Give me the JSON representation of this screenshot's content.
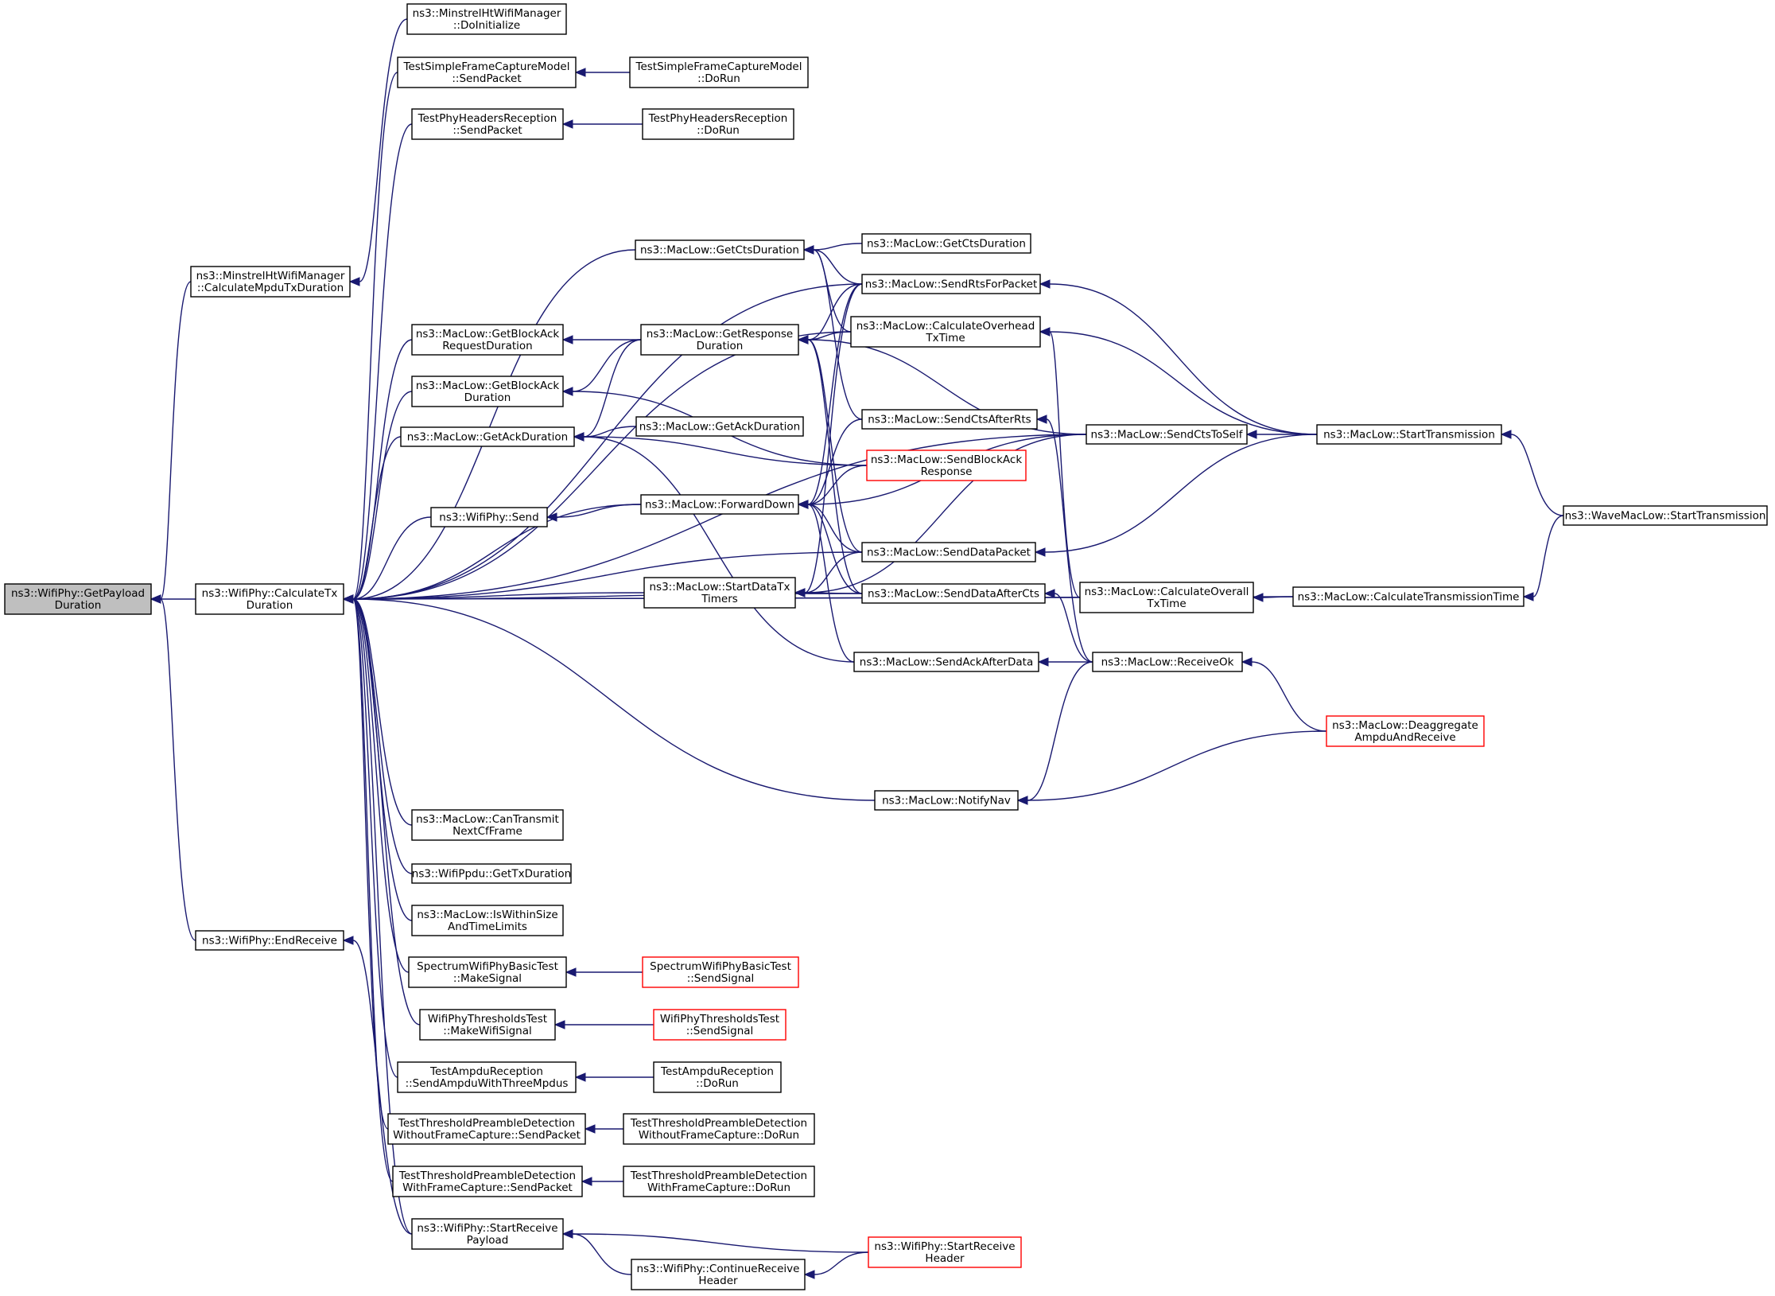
{
  "colors": {
    "edge": "#191970",
    "node_border": "#000000",
    "node_border_truncated": "#ff0000",
    "node_fill": "#ffffff",
    "focus_fill": "#bfbfbf"
  },
  "nodes": [
    {
      "id": "get_payload_duration",
      "lines": [
        "ns3::WifiPhy::GetPayload",
        "Duration"
      ],
      "style": "focus"
    },
    {
      "id": "calculate_tx_duration",
      "lines": [
        "ns3::WifiPhy::CalculateTx",
        "Duration"
      ],
      "style": "normal"
    },
    {
      "id": "calc_mpdu_tx_duration",
      "lines": [
        "ns3::MinstrelHtWifiManager",
        "::CalculateMpduTxDuration"
      ],
      "style": "normal"
    },
    {
      "id": "end_receive",
      "lines": [
        "ns3::WifiPhy::EndReceive"
      ],
      "style": "normal"
    },
    {
      "id": "minstrel_doinitialize",
      "lines": [
        "ns3::MinstrelHtWifiManager",
        "::DoInitialize"
      ],
      "style": "normal"
    },
    {
      "id": "tsfcm_sendpacket",
      "lines": [
        "TestSimpleFrameCaptureModel",
        "::SendPacket"
      ],
      "style": "normal"
    },
    {
      "id": "tsfcm_dorun",
      "lines": [
        "TestSimpleFrameCaptureModel",
        "::DoRun"
      ],
      "style": "normal"
    },
    {
      "id": "tphr_sendpacket",
      "lines": [
        "TestPhyHeadersReception",
        "::SendPacket"
      ],
      "style": "normal"
    },
    {
      "id": "tphr_dorun",
      "lines": [
        "TestPhyHeadersReception",
        "::DoRun"
      ],
      "style": "normal"
    },
    {
      "id": "getctsduration_a",
      "lines": [
        "ns3::MacLow::GetCtsDuration"
      ],
      "style": "normal"
    },
    {
      "id": "getctsduration_b",
      "lines": [
        "ns3::MacLow::GetCtsDuration"
      ],
      "style": "normal"
    },
    {
      "id": "sendrtsforpacket",
      "lines": [
        "ns3::MacLow::SendRtsForPacket"
      ],
      "style": "normal"
    },
    {
      "id": "getblockackrequestduration",
      "lines": [
        "ns3::MacLow::GetBlockAck",
        "RequestDuration"
      ],
      "style": "normal"
    },
    {
      "id": "getresponseduration",
      "lines": [
        "ns3::MacLow::GetResponse",
        "Duration"
      ],
      "style": "normal"
    },
    {
      "id": "calculateoverheadtxtime",
      "lines": [
        "ns3::MacLow::CalculateOverhead",
        "TxTime"
      ],
      "style": "normal"
    },
    {
      "id": "getblockackduration",
      "lines": [
        "ns3::MacLow::GetBlockAck",
        "Duration"
      ],
      "style": "normal"
    },
    {
      "id": "sendctsafterrts",
      "lines": [
        "ns3::MacLow::SendCtsAfterRts"
      ],
      "style": "normal"
    },
    {
      "id": "getackduration_a",
      "lines": [
        "ns3::MacLow::GetAckDuration"
      ],
      "style": "normal"
    },
    {
      "id": "getackduration_b",
      "lines": [
        "ns3::MacLow::GetAckDuration"
      ],
      "style": "normal"
    },
    {
      "id": "sendblockackresponse",
      "lines": [
        "ns3::MacLow::SendBlockAck",
        "Response"
      ],
      "style": "truncated"
    },
    {
      "id": "sendctstoself",
      "lines": [
        "ns3::MacLow::SendCtsToSelf"
      ],
      "style": "normal"
    },
    {
      "id": "starttransmission",
      "lines": [
        "ns3::MacLow::StartTransmission"
      ],
      "style": "normal"
    },
    {
      "id": "wifiphy_send",
      "lines": [
        "ns3::WifiPhy::Send"
      ],
      "style": "normal"
    },
    {
      "id": "forwarddown",
      "lines": [
        "ns3::MacLow::ForwardDown"
      ],
      "style": "normal"
    },
    {
      "id": "wavemaclow_starttransmission",
      "lines": [
        "ns3::WaveMacLow::StartTransmission"
      ],
      "style": "normal"
    },
    {
      "id": "senddatapacket",
      "lines": [
        "ns3::MacLow::SendDataPacket"
      ],
      "style": "normal"
    },
    {
      "id": "startdatatxtimers",
      "lines": [
        "ns3::MacLow::StartDataTx",
        "Timers"
      ],
      "style": "normal"
    },
    {
      "id": "senddataaftercts",
      "lines": [
        "ns3::MacLow::SendDataAfterCts"
      ],
      "style": "normal"
    },
    {
      "id": "calculateoveralltxtime",
      "lines": [
        "ns3::MacLow::CalculateOverall",
        "TxTime"
      ],
      "style": "normal"
    },
    {
      "id": "calculatetransmissiontime",
      "lines": [
        "ns3::MacLow::CalculateTransmissionTime"
      ],
      "style": "normal"
    },
    {
      "id": "sendackafterdata",
      "lines": [
        "ns3::MacLow::SendAckAfterData"
      ],
      "style": "normal"
    },
    {
      "id": "receiveok",
      "lines": [
        "ns3::MacLow::ReceiveOk"
      ],
      "style": "normal"
    },
    {
      "id": "deaggregateampduandreceive",
      "lines": [
        "ns3::MacLow::Deaggregate",
        "AmpduAndReceive"
      ],
      "style": "truncated"
    },
    {
      "id": "notifynav",
      "lines": [
        "ns3::MacLow::NotifyNav"
      ],
      "style": "normal"
    },
    {
      "id": "cantransmitnextcfframe",
      "lines": [
        "ns3::MacLow::CanTransmit",
        "NextCfFrame"
      ],
      "style": "normal"
    },
    {
      "id": "wifippdu_gettxduration",
      "lines": [
        "ns3::WifiPpdu::GetTxDuration"
      ],
      "style": "normal"
    },
    {
      "id": "iswithinsizeandtimelimits",
      "lines": [
        "ns3::MacLow::IsWithinSize",
        "AndTimeLimits"
      ],
      "style": "normal"
    },
    {
      "id": "swpbt_makesignal",
      "lines": [
        "SpectrumWifiPhyBasicTest",
        "::MakeSignal"
      ],
      "style": "normal"
    },
    {
      "id": "swpbt_sendsignal",
      "lines": [
        "SpectrumWifiPhyBasicTest",
        "::SendSignal"
      ],
      "style": "truncated"
    },
    {
      "id": "wptt_makewifisignal",
      "lines": [
        "WifiPhyThresholdsTest",
        "::MakeWifiSignal"
      ],
      "style": "normal"
    },
    {
      "id": "wptt_sendsignal",
      "lines": [
        "WifiPhyThresholdsTest",
        "::SendSignal"
      ],
      "style": "truncated"
    },
    {
      "id": "tar_sendampdu",
      "lines": [
        "TestAmpduReception",
        "::SendAmpduWithThreeMpdus"
      ],
      "style": "normal"
    },
    {
      "id": "tar_dorun",
      "lines": [
        "TestAmpduReception",
        "::DoRun"
      ],
      "style": "normal"
    },
    {
      "id": "ttpd_wofc_sendpacket",
      "lines": [
        "TestThresholdPreambleDetection",
        "WithoutFrameCapture::SendPacket"
      ],
      "style": "normal"
    },
    {
      "id": "ttpd_wofc_dorun",
      "lines": [
        "TestThresholdPreambleDetection",
        "WithoutFrameCapture::DoRun"
      ],
      "style": "normal"
    },
    {
      "id": "ttpd_wfc_sendpacket",
      "lines": [
        "TestThresholdPreambleDetection",
        "WithFrameCapture::SendPacket"
      ],
      "style": "normal"
    },
    {
      "id": "ttpd_wfc_dorun",
      "lines": [
        "TestThresholdPreambleDetection",
        "WithFrameCapture::DoRun"
      ],
      "style": "normal"
    },
    {
      "id": "startreceivepayload",
      "lines": [
        "ns3::WifiPhy::StartReceive",
        "Payload"
      ],
      "style": "normal"
    },
    {
      "id": "startreceiveheader",
      "lines": [
        "ns3::WifiPhy::StartReceive",
        "Header"
      ],
      "style": "truncated"
    },
    {
      "id": "continuereceiveheader",
      "lines": [
        "ns3::WifiPhy::ContinueReceive",
        "Header"
      ],
      "style": "normal"
    }
  ],
  "edges": [
    {
      "from": "calculate_tx_duration",
      "to": "get_payload_duration"
    },
    {
      "from": "calc_mpdu_tx_duration",
      "to": "get_payload_duration"
    },
    {
      "from": "end_receive",
      "to": "get_payload_duration"
    },
    {
      "from": "minstrel_doinitialize",
      "to": "calc_mpdu_tx_duration"
    },
    {
      "from": "startreceivepayload",
      "to": "end_receive"
    },
    {
      "from": "tsfcm_sendpacket",
      "to": "calculate_tx_duration"
    },
    {
      "from": "tphr_sendpacket",
      "to": "calculate_tx_duration"
    },
    {
      "from": "sendctstoself",
      "to": "calculate_tx_duration"
    },
    {
      "from": "sendrtsforpacket",
      "to": "calculate_tx_duration"
    },
    {
      "from": "getctsduration_a",
      "to": "calculate_tx_duration"
    },
    {
      "from": "calculateoverheadtxtime",
      "to": "calculate_tx_duration"
    },
    {
      "from": "getblockackrequestduration",
      "to": "calculate_tx_duration"
    },
    {
      "from": "getblockackduration",
      "to": "calculate_tx_duration"
    },
    {
      "from": "getackduration_a",
      "to": "calculate_tx_duration"
    },
    {
      "from": "forwarddown",
      "to": "calculate_tx_duration"
    },
    {
      "from": "wifiphy_send",
      "to": "calculate_tx_duration"
    },
    {
      "from": "senddatapacket",
      "to": "calculate_tx_duration"
    },
    {
      "from": "startdatatxtimers",
      "to": "calculate_tx_duration"
    },
    {
      "from": "senddataaftercts",
      "to": "calculate_tx_duration"
    },
    {
      "from": "calculateoveralltxtime",
      "to": "calculate_tx_duration"
    },
    {
      "from": "calculatetransmissiontime",
      "to": "calculate_tx_duration"
    },
    {
      "from": "notifynav",
      "to": "calculate_tx_duration"
    },
    {
      "from": "cantransmitnextcfframe",
      "to": "calculate_tx_duration"
    },
    {
      "from": "wifippdu_gettxduration",
      "to": "calculate_tx_duration"
    },
    {
      "from": "iswithinsizeandtimelimits",
      "to": "calculate_tx_duration"
    },
    {
      "from": "swpbt_makesignal",
      "to": "calculate_tx_duration"
    },
    {
      "from": "wptt_makewifisignal",
      "to": "calculate_tx_duration"
    },
    {
      "from": "tar_sendampdu",
      "to": "calculate_tx_duration"
    },
    {
      "from": "ttpd_wofc_sendpacket",
      "to": "calculate_tx_duration"
    },
    {
      "from": "ttpd_wfc_sendpacket",
      "to": "calculate_tx_duration"
    },
    {
      "from": "startreceivepayload",
      "to": "calculate_tx_duration"
    },
    {
      "from": "tsfcm_dorun",
      "to": "tsfcm_sendpacket"
    },
    {
      "from": "tphr_dorun",
      "to": "tphr_sendpacket"
    },
    {
      "from": "getctsduration_b",
      "to": "getctsduration_a"
    },
    {
      "from": "sendrtsforpacket",
      "to": "getctsduration_a"
    },
    {
      "from": "calculateoverheadtxtime",
      "to": "getctsduration_a"
    },
    {
      "from": "sendctsafterrts",
      "to": "getctsduration_a"
    },
    {
      "from": "getresponseduration",
      "to": "getblockackrequestduration"
    },
    {
      "from": "getresponseduration",
      "to": "getblockackduration"
    },
    {
      "from": "sendblockackresponse",
      "to": "getblockackduration"
    },
    {
      "from": "getresponseduration",
      "to": "getackduration_a"
    },
    {
      "from": "getackduration_b",
      "to": "getackduration_a"
    },
    {
      "from": "sendblockackresponse",
      "to": "getackduration_a"
    },
    {
      "from": "sendackafterdata",
      "to": "getackduration_a"
    },
    {
      "from": "sendrtsforpacket",
      "to": "getresponseduration"
    },
    {
      "from": "calculateoverheadtxtime",
      "to": "getresponseduration"
    },
    {
      "from": "sendctstoself",
      "to": "getresponseduration"
    },
    {
      "from": "senddatapacket",
      "to": "getresponseduration"
    },
    {
      "from": "senddataaftercts",
      "to": "getresponseduration"
    },
    {
      "from": "starttransmission",
      "to": "sendrtsforpacket"
    },
    {
      "from": "starttransmission",
      "to": "calculateoverheadtxtime"
    },
    {
      "from": "calculateoveralltxtime",
      "to": "calculateoverheadtxtime"
    },
    {
      "from": "receiveok",
      "to": "sendctsafterrts"
    },
    {
      "from": "starttransmission",
      "to": "sendctstoself"
    },
    {
      "from": "wavemaclow_starttransmission",
      "to": "starttransmission"
    },
    {
      "from": "forwarddown",
      "to": "wifiphy_send"
    },
    {
      "from": "sendrtsforpacket",
      "to": "forwarddown"
    },
    {
      "from": "sendctsafterrts",
      "to": "forwarddown"
    },
    {
      "from": "sendblockackresponse",
      "to": "forwarddown"
    },
    {
      "from": "sendctstoself",
      "to": "forwarddown"
    },
    {
      "from": "senddatapacket",
      "to": "forwarddown"
    },
    {
      "from": "senddataaftercts",
      "to": "forwarddown"
    },
    {
      "from": "sendackafterdata",
      "to": "forwarddown"
    },
    {
      "from": "starttransmission",
      "to": "senddatapacket"
    },
    {
      "from": "senddatapacket",
      "to": "startdatatxtimers"
    },
    {
      "from": "senddataaftercts",
      "to": "startdatatxtimers"
    },
    {
      "from": "sendctstoself",
      "to": "startdatatxtimers"
    },
    {
      "from": "sendrtsforpacket",
      "to": "startdatatxtimers"
    },
    {
      "from": "receiveok",
      "to": "senddataaftercts"
    },
    {
      "from": "calculatetransmissiontime",
      "to": "calculateoveralltxtime"
    },
    {
      "from": "wavemaclow_starttransmission",
      "to": "calculatetransmissiontime"
    },
    {
      "from": "receiveok",
      "to": "sendackafterdata"
    },
    {
      "from": "deaggregateampduandreceive",
      "to": "receiveok"
    },
    {
      "from": "receiveok",
      "to": "notifynav"
    },
    {
      "from": "deaggregateampduandreceive",
      "to": "notifynav"
    },
    {
      "from": "swpbt_sendsignal",
      "to": "swpbt_makesignal"
    },
    {
      "from": "wptt_sendsignal",
      "to": "wptt_makewifisignal"
    },
    {
      "from": "tar_dorun",
      "to": "tar_sendampdu"
    },
    {
      "from": "ttpd_wofc_dorun",
      "to": "ttpd_wofc_sendpacket"
    },
    {
      "from": "ttpd_wfc_dorun",
      "to": "ttpd_wfc_sendpacket"
    },
    {
      "from": "startreceiveheader",
      "to": "startreceivepayload"
    },
    {
      "from": "continuereceiveheader",
      "to": "startreceivepayload"
    },
    {
      "from": "startreceiveheader",
      "to": "continuereceiveheader"
    }
  ]
}
